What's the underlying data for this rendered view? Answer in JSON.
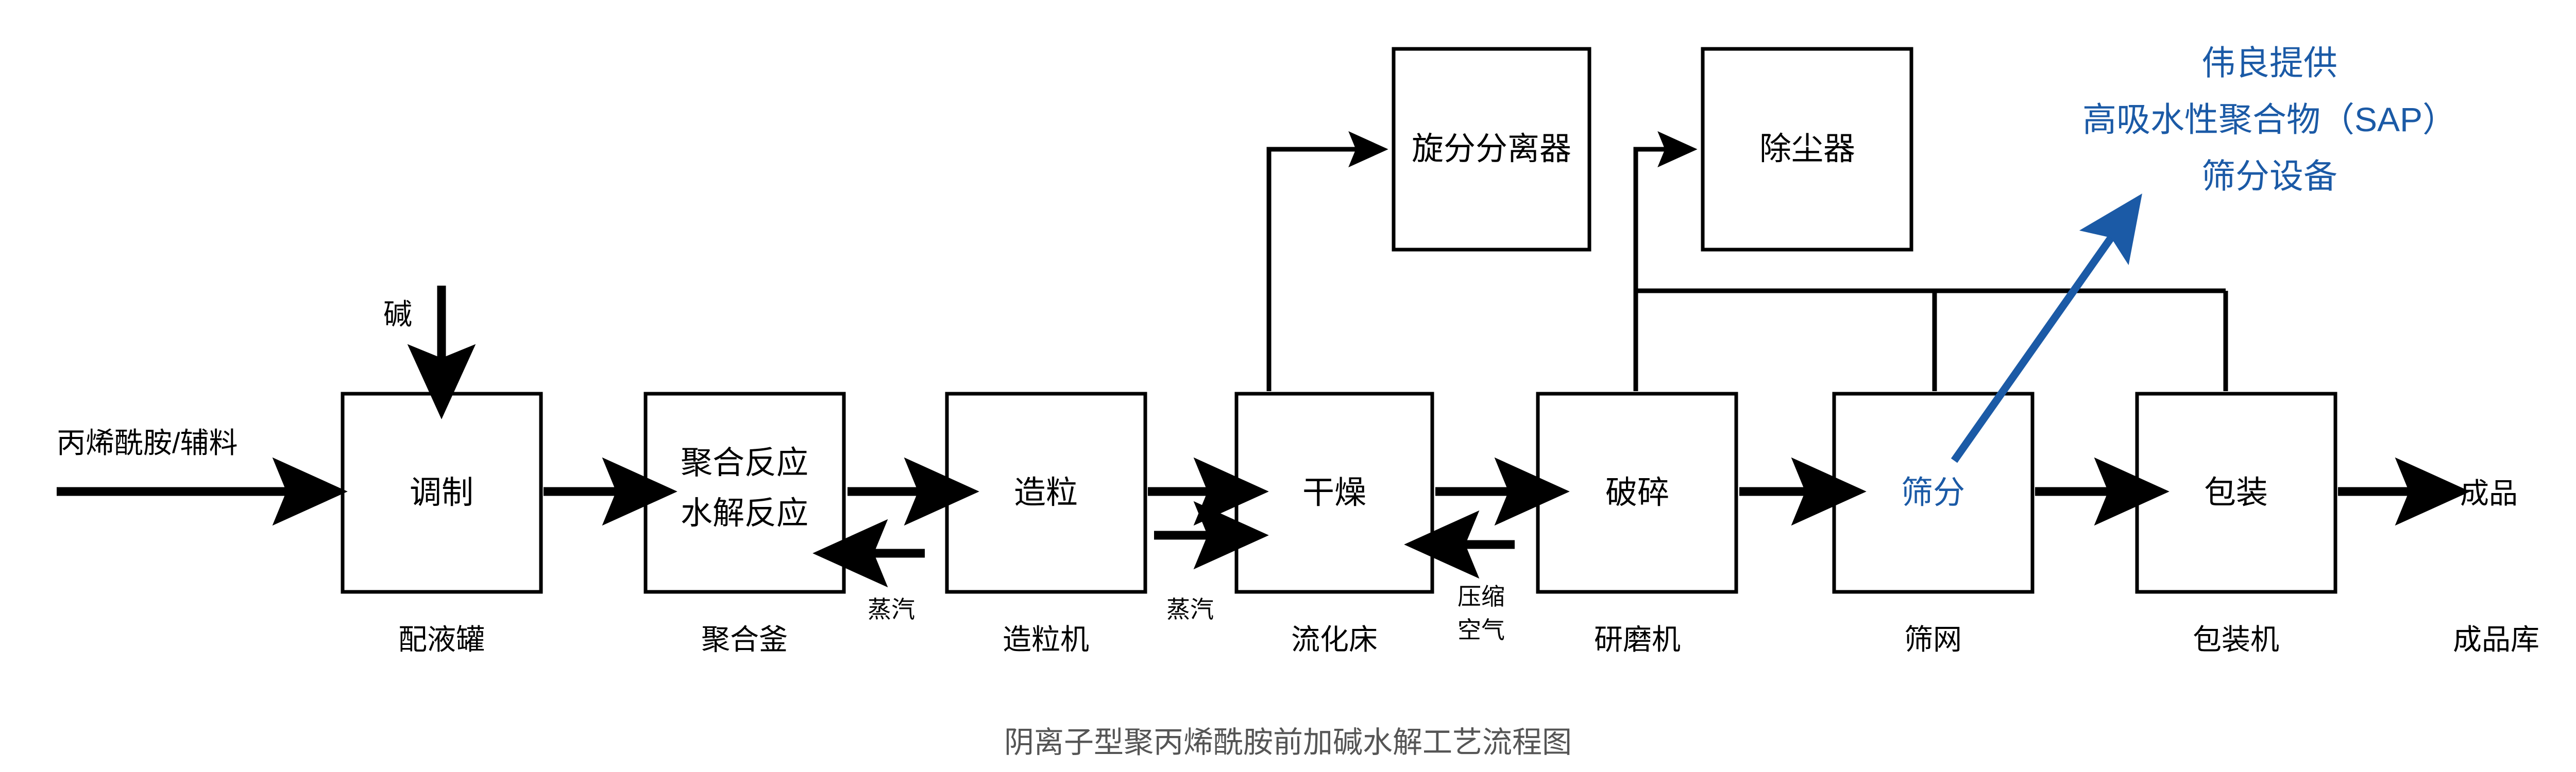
{
  "diagram": {
    "caption": "阴离子型聚丙烯酰胺前加碱水解工艺流程图",
    "colors": {
      "accent_blue": "#1B5AA6",
      "line_black": "#000000",
      "caption_gray": "#555555",
      "background": "#FFFFFF"
    },
    "annotation": {
      "line1": "伟良提供",
      "line2": "高吸水性聚合物（SAP）",
      "line3": "筛分设备"
    },
    "inputs": {
      "feed": "丙烯酰胺/辅料",
      "alkali": "碱"
    },
    "outputs": {
      "product": "成品",
      "product_store": "成品库"
    },
    "utilities": [
      {
        "id": "steam-polymer",
        "label": "蒸汽"
      },
      {
        "id": "steam-dryer",
        "label": "蒸汽"
      },
      {
        "id": "compressed-air",
        "label": "压缩\n空气"
      },
      {
        "id": "compressed-air-l1",
        "label": "压缩"
      },
      {
        "id": "compressed-air-l2",
        "label": "空气"
      }
    ],
    "main_steps": [
      {
        "id": "step-tiaozhi",
        "label": "调制",
        "label2": "",
        "equipment": "配液罐",
        "highlight": false
      },
      {
        "id": "step-juhe",
        "label": "聚合反应",
        "label2": "水解反应",
        "equipment": "聚合釜",
        "highlight": false
      },
      {
        "id": "step-zaoli",
        "label": "造粒",
        "label2": "",
        "equipment": "造粒机",
        "highlight": false
      },
      {
        "id": "step-ganzao",
        "label": "干燥",
        "label2": "",
        "equipment": "流化床",
        "highlight": false
      },
      {
        "id": "step-posui",
        "label": "破碎",
        "label2": "",
        "equipment": "研磨机",
        "highlight": false
      },
      {
        "id": "step-shaifen",
        "label": "筛分",
        "label2": "",
        "equipment": "筛网",
        "highlight": true
      },
      {
        "id": "step-baozhuang",
        "label": "包装",
        "label2": "",
        "equipment": "包装机",
        "highlight": false
      }
    ],
    "aux_units": [
      {
        "id": "unit-cyclone",
        "label": "旋分分离器"
      },
      {
        "id": "unit-dust",
        "label": "除尘器"
      }
    ]
  }
}
